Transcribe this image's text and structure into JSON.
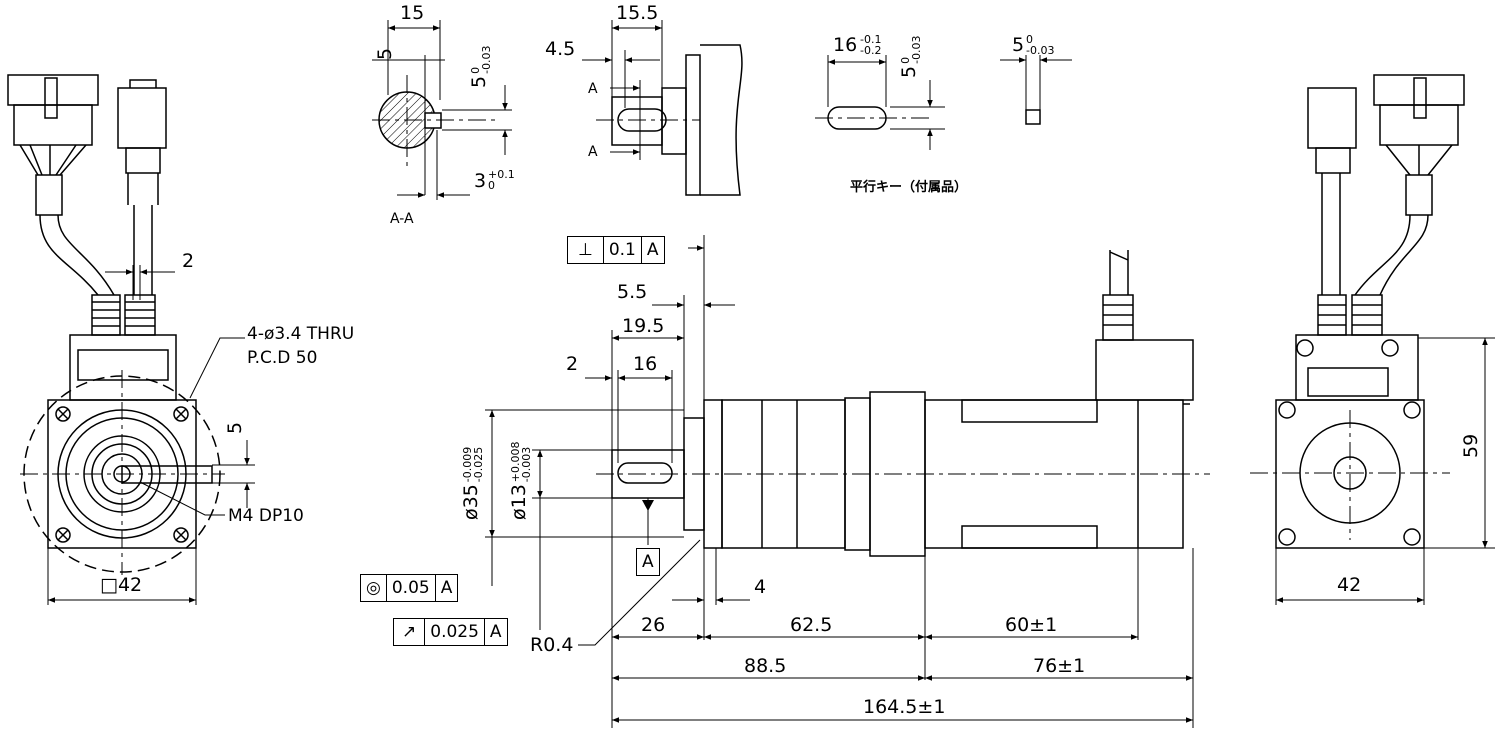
{
  "views": {
    "shaft_section": {
      "dim_width": "15",
      "dim_key_depth": "5",
      "dim_key_width_main": "5",
      "dim_key_width_tol": [
        "0",
        "-0.03"
      ],
      "dim_flat_main": "3",
      "dim_flat_tol": [
        "+0.1",
        "0"
      ],
      "section_label": "A-A"
    },
    "shaft_side": {
      "dim_length": "15.5",
      "dim_offset": "4.5",
      "arrow_label_top": "A",
      "arrow_label_bottom": "A"
    },
    "key_part": {
      "dim_length_main": "16",
      "dim_length_tol": [
        "-0.1",
        "-0.2"
      ],
      "dim_height_main": "5",
      "dim_height_tol": [
        "0",
        "-0.03"
      ],
      "dim_width_main": "5",
      "dim_width_tol": [
        "0",
        "-0.03"
      ],
      "note": "平行キー（付属品）"
    },
    "front_view": {
      "dim_cable_offset": "2",
      "hole_note_line1": "4-ø3.4 THRU",
      "hole_note_line2": "P.C.D 50",
      "dim_key_height": "5",
      "tap_note": "M4 DP10",
      "dim_square": "□42"
    },
    "side_view": {
      "perpendicularity": {
        "symbol": "⊥",
        "value": "0.1",
        "datum": "A"
      },
      "concentricity": {
        "symbol": "◎",
        "value": "0.05",
        "datum": "A"
      },
      "runout": {
        "symbol": "↗",
        "value": "0.025",
        "datum": "A"
      },
      "datum_label": "A",
      "dim_flange_thickness": "5.5",
      "dim_shaft_length": "19.5",
      "dim_key_start": "2",
      "dim_key_length": "16",
      "dim_pilot_main": "ø35",
      "dim_pilot_tol": [
        "-0.009",
        "-0.025"
      ],
      "dim_shaft_main": "ø13",
      "dim_shaft_tol": [
        "+0.008",
        "-0.003"
      ],
      "dim_flange_4": "4",
      "fillet_note": "R0.4",
      "dim_26": "26",
      "dim_62_5": "62.5",
      "dim_60": "60±1",
      "dim_88_5": "88.5",
      "dim_76": "76±1",
      "dim_total": "164.5±1"
    },
    "rear_view": {
      "dim_height": "59",
      "dim_width": "42"
    }
  }
}
